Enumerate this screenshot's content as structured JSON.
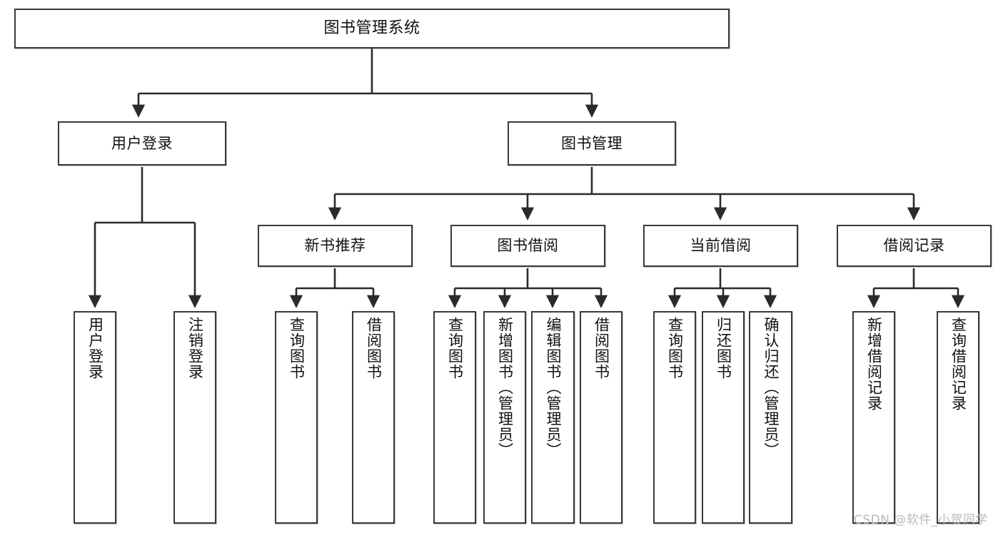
{
  "diagram": {
    "type": "tree-hierarchy",
    "title": "图书管理系统",
    "orientation": "top-down",
    "colors": {
      "box_border": "#3a3a3a",
      "box_fill": "#ffffff",
      "edge": "#2b2b2b",
      "text": "#111111",
      "watermark": "#b9b9b9",
      "background": "#ffffff"
    },
    "nodes": {
      "root": {
        "label": "图书管理系统"
      },
      "level2": [
        {
          "id": "user-login",
          "label": "用户登录"
        },
        {
          "id": "book-manage",
          "label": "图书管理"
        }
      ],
      "level3": [
        {
          "id": "new-book-recommend",
          "label": "新书推荐",
          "parent": "book-manage"
        },
        {
          "id": "book-borrow",
          "label": "图书借阅",
          "parent": "book-manage"
        },
        {
          "id": "current-borrow",
          "label": "当前借阅",
          "parent": "book-manage"
        },
        {
          "id": "borrow-record",
          "label": "借阅记录",
          "parent": "book-manage"
        }
      ],
      "leaves": [
        {
          "id": "leaf-user-login",
          "label": "用户登录",
          "parent": "user-login"
        },
        {
          "id": "leaf-logout-login",
          "label": "注销登录",
          "parent": "user-login"
        },
        {
          "id": "leaf-query-book-1",
          "label": "查询图书",
          "parent": "new-book-recommend"
        },
        {
          "id": "leaf-borrow-book-1",
          "label": "借阅图书",
          "parent": "new-book-recommend"
        },
        {
          "id": "leaf-query-book-2",
          "label": "查询图书",
          "parent": "book-borrow"
        },
        {
          "id": "leaf-add-book",
          "label": "新增图书（管理员）",
          "parent": "book-borrow"
        },
        {
          "id": "leaf-edit-book",
          "label": "编辑图书（管理员）",
          "parent": "book-borrow"
        },
        {
          "id": "leaf-borrow-book-2",
          "label": "借阅图书",
          "parent": "book-borrow"
        },
        {
          "id": "leaf-query-book-3",
          "label": "查询图书",
          "parent": "current-borrow"
        },
        {
          "id": "leaf-return-book",
          "label": "归还图书",
          "parent": "current-borrow"
        },
        {
          "id": "leaf-confirm-return",
          "label": "确认归还（管理员）",
          "parent": "current-borrow"
        },
        {
          "id": "leaf-add-record",
          "label": "新增借阅记录",
          "parent": "borrow-record"
        },
        {
          "id": "leaf-query-record",
          "label": "查询借阅记录",
          "parent": "borrow-record"
        }
      ]
    }
  },
  "watermark": {
    "text": "CSDN @软件_小贺同学"
  }
}
